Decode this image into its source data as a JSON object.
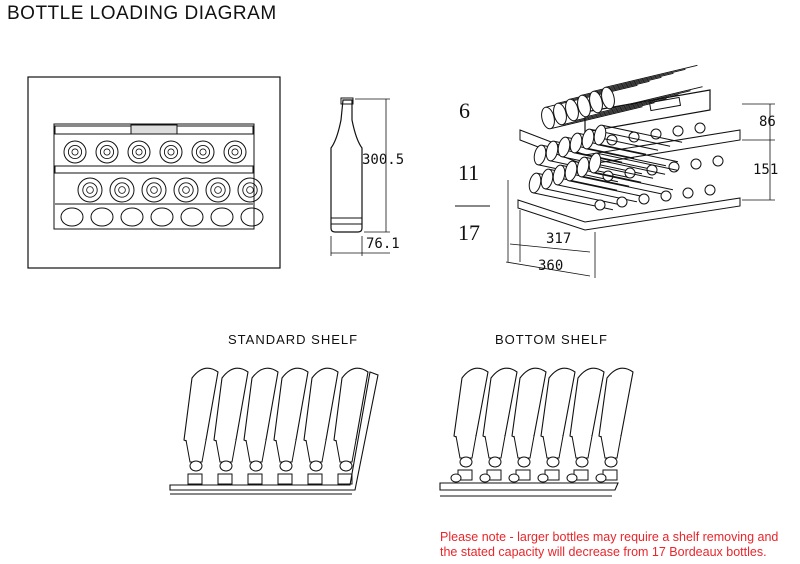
{
  "title": "BOTTLE LOADING DIAGRAM",
  "bottle_dimensions": {
    "height": "300.5",
    "diameter": "76.1"
  },
  "capacity": {
    "top_row": "6",
    "middle_row": "11",
    "total": "17"
  },
  "shelf_dimensions": {
    "top_gap": "86",
    "lower_gap": "151",
    "depth_inner": "317",
    "depth_outer": "360"
  },
  "shelves": {
    "standard_label": "STANDARD  SHELF",
    "bottom_label": "BOTTOM  SHELF"
  },
  "note": {
    "line1": "Please note - larger bottles may require a shelf removing and",
    "line2": "the stated capacity will decrease from 17 Bordeaux bottles.",
    "color": "#e8262b"
  }
}
